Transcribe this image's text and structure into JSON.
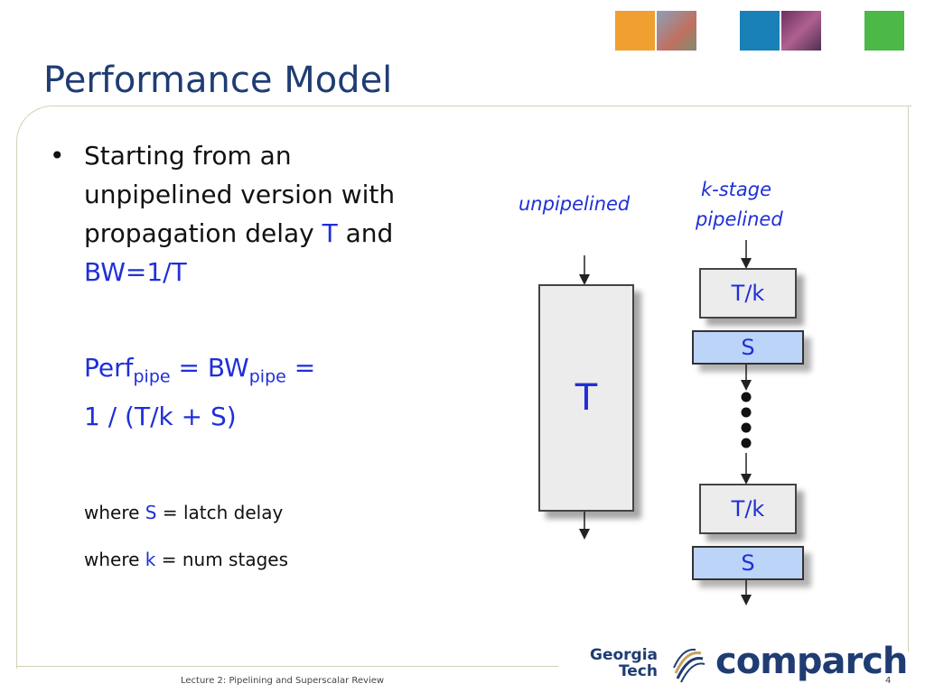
{
  "slide": {
    "title": "Performance Model",
    "bullet": {
      "line1": "Starting from an",
      "line2": "unpipelined version with",
      "line3_pre": "propagation delay ",
      "line3_T": "T",
      "line3_post": " and",
      "line4": "BW=1/T"
    },
    "formula": {
      "perf": "Perf",
      "sub1": "pipe",
      "eq1": " = BW",
      "sub2": "pipe",
      "eq2": " =",
      "line2": "1 / (T/k + S)"
    },
    "notes": [
      {
        "pre": "where ",
        "var": "S",
        "post": " = latch delay"
      },
      {
        "pre": "where ",
        "var": "k",
        "post": " = num stages"
      }
    ]
  },
  "diagram": {
    "label_unpipelined": "unpipelined",
    "label_kstage_1": "k-stage",
    "label_kstage_2": "pipelined",
    "big_block": "T",
    "stage1": "T/k",
    "latch1": "S",
    "stage2": "T/k",
    "latch2": "S"
  },
  "footer": {
    "lecture": "Lecture 2: Pipelining and Superscalar Review",
    "page": "4",
    "logo_gt_1": "Georgia",
    "logo_gt_2": "Tech",
    "logo_comparch": "comparch"
  },
  "colors": {
    "title": "#1f3c73",
    "accent_blue": "#1f2fd8",
    "latch_fill": "#bcd4f8",
    "sq_orange": "#f0a030",
    "sq_teal": "#1a80b8",
    "sq_green": "#4cb848"
  }
}
